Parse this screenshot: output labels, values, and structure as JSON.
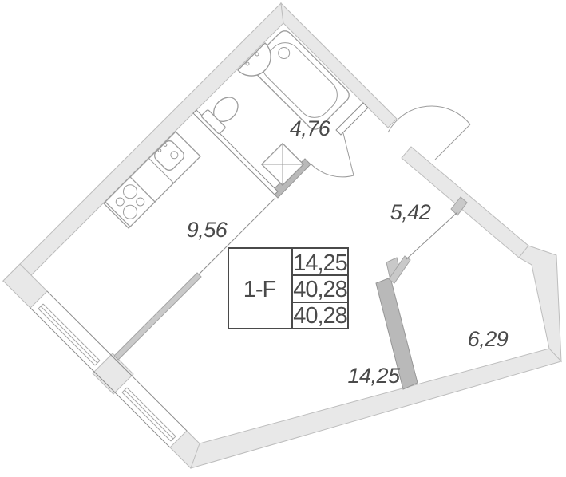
{
  "plan": {
    "type": "apartment-floor-plan",
    "unit_label": "1-F",
    "summary": {
      "living_area": "14,25",
      "total_area": "40,28",
      "total_area_with_balcony": "40,28"
    },
    "rooms": [
      {
        "id": "bathroom",
        "area": "4,76"
      },
      {
        "id": "hallway",
        "area": "5,42"
      },
      {
        "id": "kitchen",
        "area": "9,56"
      },
      {
        "id": "side-room",
        "area": "6,29"
      },
      {
        "id": "living-room",
        "area": "14,25"
      }
    ],
    "fixtures": [
      "bathtub",
      "bathroom-sink",
      "toilet",
      "washing-machine",
      "kitchen-sink",
      "stove",
      "kitchen-counter",
      "entry-door",
      "bathroom-door",
      "window-kitchen",
      "window-living"
    ],
    "colors": {
      "background": "#ffffff",
      "wall_light": "#e8e8e8",
      "wall_dark": "#b9b9b9",
      "wall_medium": "#c9c9c9",
      "line": "#8f8f8f",
      "text": "#4a4a4a"
    }
  }
}
